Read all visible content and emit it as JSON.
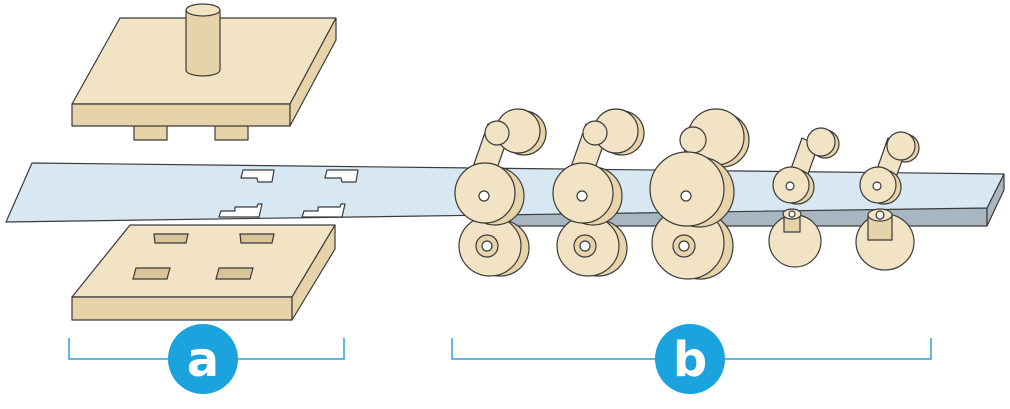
{
  "labels": {
    "a": "a",
    "b": "b"
  },
  "colors": {
    "machine_body": "#f1e3c4",
    "machine_side": "#e6d3aa",
    "machine_outline": "#3a3a3a",
    "strip": "#d7e8f2",
    "strip_edge": "#a7b6c0",
    "bracket": "#2aa4d9",
    "badge": "#1aa3dc"
  },
  "icons": [
    "stamping-press",
    "roll-forming-mill",
    "sheet-strip"
  ]
}
